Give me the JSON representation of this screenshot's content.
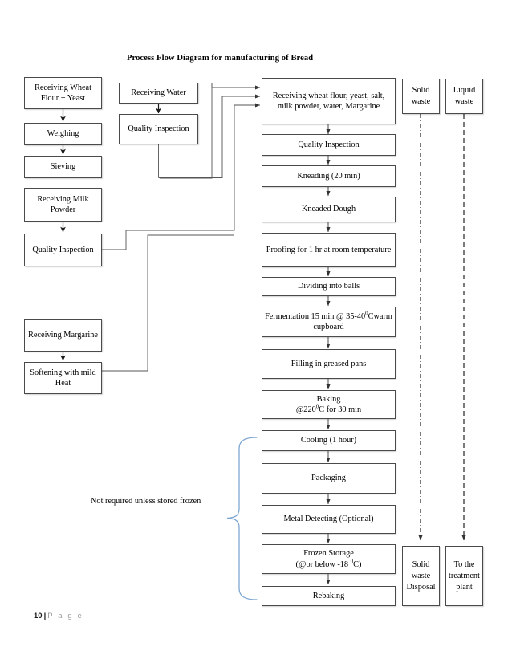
{
  "document": {
    "title": "Process Flow Diagram for manufacturing of Bread",
    "footer": {
      "page_number": "10",
      "separator": "|",
      "page_word": "P a g e"
    }
  },
  "inputs": {
    "wheat_flour": {
      "receiving": "Receiving Wheat Flour + Yeast",
      "weighing": "Weighing",
      "sieving": "Sieving"
    },
    "water": {
      "receiving": "Receiving Water",
      "quality": "Quality Inspection"
    },
    "milk_powder": {
      "receiving": "Receiving Milk Powder",
      "quality": "Quality Inspection"
    },
    "margarine": {
      "receiving": "Receiving Margarine",
      "softening": "Softening with mild Heat"
    }
  },
  "main_process": {
    "steps": [
      {
        "id": "receiving",
        "label": "Receiving wheat flour, yeast, salt, milk powder, water, Margarine"
      },
      {
        "id": "quality",
        "label": "Quality Inspection"
      },
      {
        "id": "kneading",
        "label": "Kneading (20 min)"
      },
      {
        "id": "kneaded",
        "label": "Kneaded Dough"
      },
      {
        "id": "proofing",
        "label": "Proofing for 1 hr at room temperature"
      },
      {
        "id": "dividing",
        "label": "Dividing into balls"
      },
      {
        "id": "fermentation",
        "label_pre": "Fermentation 15 min @ 35-40",
        "label_sup": "0",
        "label_post": "Cwarm cupboard"
      },
      {
        "id": "filling",
        "label": "Filling in greased pans"
      },
      {
        "id": "baking",
        "label_pre": "Baking\n@220",
        "label_sup": "0",
        "label_post": "C for 30 min"
      },
      {
        "id": "cooling",
        "label": "Cooling (1 hour)"
      },
      {
        "id": "packaging",
        "label": "Packaging"
      },
      {
        "id": "metal",
        "label": "Metal Detecting (Optional)"
      },
      {
        "id": "frozen",
        "label_pre": "Frozen Storage\n(@or below -18 ",
        "label_sup": "0",
        "label_post": "C)"
      },
      {
        "id": "rebaking",
        "label": "Rebaking"
      }
    ]
  },
  "waste": {
    "top": [
      {
        "id": "solid-waste",
        "label": "Solid waste"
      },
      {
        "id": "liquid-waste",
        "label": "Liquid waste"
      }
    ],
    "bottom": [
      {
        "id": "solid-waste-disposal",
        "label": "Solid waste Disposal"
      },
      {
        "id": "treatment-plant",
        "label": "To the treatment plant"
      }
    ]
  },
  "annotations": {
    "frozen_note": "Not required unless stored frozen"
  },
  "colors": {
    "box_border": "#4a4a4a",
    "connector": "#555555",
    "brace": "#7da7d0",
    "waste_line": "#333333",
    "footer_rule": "#d9d9d9",
    "footer_text": "#9a9a9a"
  }
}
